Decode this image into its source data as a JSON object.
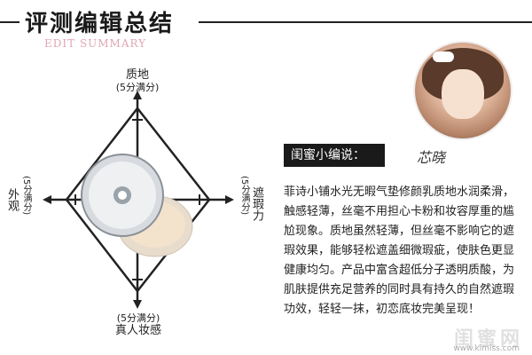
{
  "header": {
    "title": "评测编辑总结",
    "subtitle": "EDIT SUMMARY"
  },
  "radar": {
    "top_label": "质地",
    "top_note": "(5分满分)",
    "right_label": "遮瑕力",
    "right_note": "(5分满分)",
    "bottom_label": "真人妆感",
    "bottom_note": "(5分满分)",
    "left_label": "外观",
    "left_note": "(5分满分)"
  },
  "editor": {
    "bar_label": "闺蜜小编说：",
    "name": "芯晓"
  },
  "review": {
    "text": "菲诗小铺水光无暇气垫修颜乳质地水润柔滑，触感轻薄，丝毫不用担心卡粉和妆容厚重的尴尬现象。质地虽然轻薄，但丝毫不影响它的遮瑕效果，能够轻松遮盖细微瑕疵，使肤色更显健康均匀。产品中富含超低分子透明质酸，为肌肤提供充足营养的同时具有持久的自然遮瑕功效，轻轻一抹，初恋底妆完美呈现！"
  },
  "watermark": {
    "brand": "闺蜜网",
    "url": "www.kimiss.com"
  }
}
